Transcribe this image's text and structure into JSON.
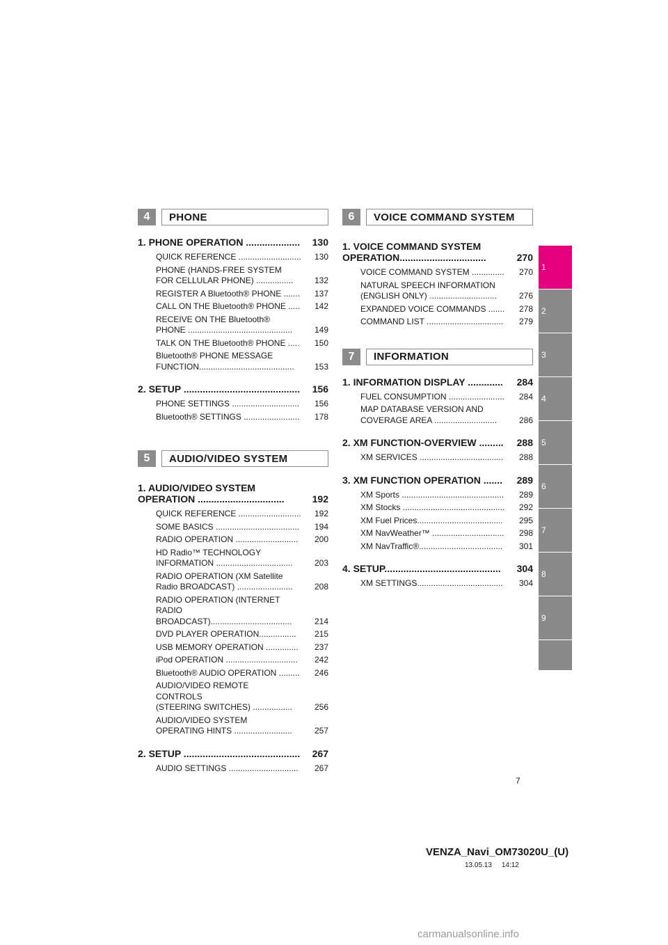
{
  "left": {
    "sections": [
      {
        "num": "4",
        "title": "PHONE",
        "chapters": [
          {
            "title": "1. PHONE OPERATION ....................",
            "page": "130",
            "entries": [
              {
                "text": "QUICK REFERENCE ...........................",
                "page": "130"
              },
              {
                "text": "PHONE (HANDS-FREE SYSTEM\n   FOR CELLULAR PHONE) ................",
                "page": "132"
              },
              {
                "text": "REGISTER A Bluetooth® PHONE .......",
                "page": "137"
              },
              {
                "text": "CALL ON THE Bluetooth® PHONE .....",
                "page": "142"
              },
              {
                "text": "RECEIVE ON THE Bluetooth®\n   PHONE .............................................",
                "page": "149"
              },
              {
                "text": "TALK ON THE Bluetooth® PHONE .....",
                "page": "150"
              },
              {
                "text": "Bluetooth® PHONE MESSAGE\n   FUNCTION.........................................",
                "page": "153"
              }
            ]
          },
          {
            "title": "2. SETUP ...........................................",
            "page": "156",
            "entries": [
              {
                "text": "PHONE SETTINGS .............................",
                "page": "156"
              },
              {
                "text": "Bluetooth® SETTINGS ........................",
                "page": "178"
              }
            ]
          }
        ]
      },
      {
        "num": "5",
        "title": "AUDIO/VIDEO SYSTEM",
        "chapters": [
          {
            "title": "1. AUDIO/VIDEO SYSTEM\n   OPERATION ................................",
            "page": "192",
            "entries": [
              {
                "text": "QUICK REFERENCE ...........................",
                "page": "192"
              },
              {
                "text": "SOME BASICS ....................................",
                "page": "194"
              },
              {
                "text": "RADIO OPERATION ...........................",
                "page": "200"
              },
              {
                "text": "HD Radio™ TECHNOLOGY\n   INFORMATION .................................",
                "page": "203"
              },
              {
                "text": "RADIO OPERATION (XM Satellite\n   Radio BROADCAST) ........................",
                "page": "208"
              },
              {
                "text": "RADIO OPERATION (INTERNET RADIO\n   BROADCAST)...................................",
                "page": "214"
              },
              {
                "text": "DVD PLAYER OPERATION................",
                "page": "215"
              },
              {
                "text": "USB MEMORY OPERATION ..............",
                "page": "237"
              },
              {
                "text": "iPod OPERATION ...............................",
                "page": "242"
              },
              {
                "text": "Bluetooth® AUDIO OPERATION .........",
                "page": "246"
              },
              {
                "text": "AUDIO/VIDEO REMOTE\n   CONTROLS\n   (STEERING SWITCHES) .................",
                "page": "256"
              },
              {
                "text": "AUDIO/VIDEO SYSTEM\n   OPERATING HINTS .........................",
                "page": "257"
              }
            ]
          },
          {
            "title": "2. SETUP ...........................................",
            "page": "267",
            "entries": [
              {
                "text": "AUDIO SETTINGS ..............................",
                "page": "267"
              }
            ]
          }
        ]
      }
    ]
  },
  "right": {
    "sections": [
      {
        "num": "6",
        "title": "VOICE COMMAND SYSTEM",
        "chapters": [
          {
            "title": "1. VOICE COMMAND SYSTEM\n   OPERATION................................",
            "page": "270",
            "entries": [
              {
                "text": "VOICE COMMAND SYSTEM ..............",
                "page": "270"
              },
              {
                "text": "NATURAL SPEECH INFORMATION\n   (ENGLISH ONLY) .............................",
                "page": "276"
              },
              {
                "text": "EXPANDED VOICE COMMANDS .......",
                "page": "278"
              },
              {
                "text": "COMMAND LIST .................................",
                "page": "279"
              }
            ]
          }
        ]
      },
      {
        "num": "7",
        "title": "INFORMATION",
        "chapters": [
          {
            "title": "1. INFORMATION DISPLAY .............",
            "page": "284",
            "entries": [
              {
                "text": "FUEL CONSUMPTION ........................",
                "page": "284"
              },
              {
                "text": "MAP DATABASE VERSION AND\n   COVERAGE AREA ...........................",
                "page": "286"
              }
            ]
          },
          {
            "title": "2. XM FUNCTION-OVERVIEW .........",
            "page": "288",
            "entries": [
              {
                "text": "XM SERVICES ....................................",
                "page": "288"
              }
            ]
          },
          {
            "title": "3. XM FUNCTION OPERATION .......",
            "page": "289",
            "entries": [
              {
                "text": "XM Sports ............................................",
                "page": "289"
              },
              {
                "text": "XM Stocks ............................................",
                "page": "292"
              },
              {
                "text": "XM Fuel Prices.....................................",
                "page": "295"
              },
              {
                "text": "XM NavWeather™ ...............................",
                "page": "298"
              },
              {
                "text": "XM NavTraffic®....................................",
                "page": "301"
              }
            ]
          },
          {
            "title": "4. SETUP...........................................",
            "page": "304",
            "entries": [
              {
                "text": "XM SETTINGS.....................................",
                "page": "304"
              }
            ]
          }
        ]
      }
    ]
  },
  "tabs": [
    "1",
    "2",
    "3",
    "4",
    "5",
    "6",
    "7",
    "8",
    "9",
    ""
  ],
  "active_tab": "1",
  "footer": {
    "page_number": "7",
    "doc_id": "VENZA_Navi_OM73020U_(U)",
    "date": "13.05.13     14:12",
    "watermark": "carmanualsonline.info"
  },
  "colors": {
    "active_tab": "#e5007e",
    "tab": "#8a8a8a",
    "section_badge": "#8c8c8c"
  }
}
